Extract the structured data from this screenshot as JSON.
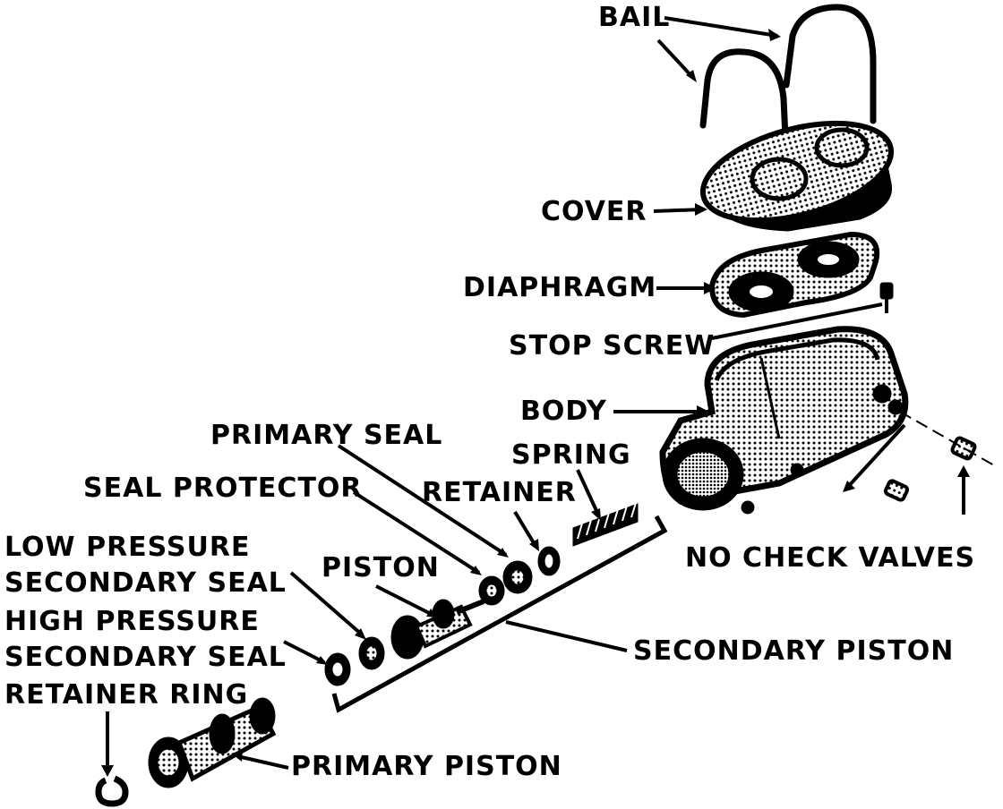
{
  "labels": {
    "bail": "BAIL",
    "cover": "COVER",
    "diaphragm": "DIAPHRAGM",
    "stop_screw": "STOP SCREW",
    "body": "BODY",
    "primary_seal": "PRIMARY SEAL",
    "spring": "SPRING",
    "seal_protector": "SEAL PROTECTOR",
    "retainer": "RETAINER",
    "low_pressure_secondary_seal": "LOW PRESSURE\nSECONDARY SEAL",
    "piston": "PISTON",
    "high_pressure_secondary_seal": "HIGH PRESSURE\nSECONDARY SEAL",
    "retainer_ring": "RETAINER RING",
    "no_check_valves": "NO CHECK VALVES",
    "secondary_piston": "SECONDARY PISTON",
    "primary_piston": "PRIMARY PISTON"
  },
  "colors": {
    "ink": "#000000",
    "paper": "#ffffff"
  }
}
